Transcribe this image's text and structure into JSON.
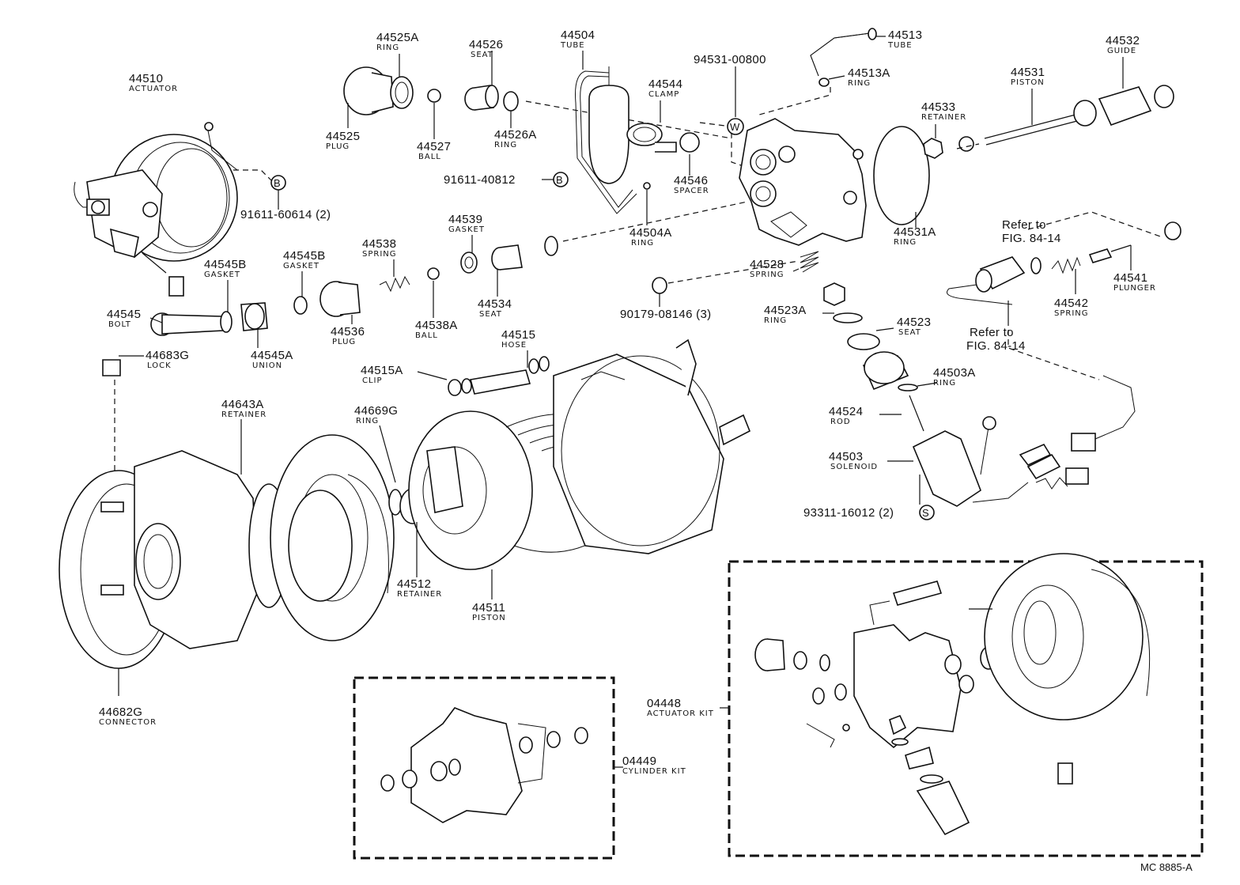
{
  "labels": [
    {
      "id": "44510",
      "number": "44510",
      "name": "ACTUATOR"
    },
    {
      "id": "44525A",
      "number": "44525A",
      "name": "RING"
    },
    {
      "id": "44526",
      "number": "44526",
      "name": "SEAT"
    },
    {
      "id": "44504",
      "number": "44504",
      "name": "TUBE"
    },
    {
      "id": "44544",
      "number": "44544",
      "name": "CLAMP"
    },
    {
      "id": "94531-00800",
      "number": "94531-00800",
      "name": ""
    },
    {
      "id": "44513",
      "number": "44513",
      "name": "TUBE"
    },
    {
      "id": "44513A",
      "number": "44513A",
      "name": "RING"
    },
    {
      "id": "44532",
      "number": "44532",
      "name": "GUIDE"
    },
    {
      "id": "44531",
      "number": "44531",
      "name": "PISTON"
    },
    {
      "id": "44533",
      "number": "44533",
      "name": "RETAINER"
    },
    {
      "id": "44525",
      "number": "44525",
      "name": "PLUG"
    },
    {
      "id": "44527",
      "number": "44527",
      "name": "BALL"
    },
    {
      "id": "44526A",
      "number": "44526A",
      "name": "RING"
    },
    {
      "id": "44546",
      "number": "44546",
      "name": "SPACER"
    },
    {
      "id": "91611-40812",
      "number": "91611-40812",
      "name": ""
    },
    {
      "id": "91611-60614",
      "number": "91611-60614 (2)",
      "name": ""
    },
    {
      "id": "44539",
      "number": "44539",
      "name": "GASKET"
    },
    {
      "id": "44504A",
      "number": "44504A",
      "name": "RING"
    },
    {
      "id": "44531A",
      "number": "44531A",
      "name": "RING"
    },
    {
      "id": "44538",
      "number": "44538",
      "name": "SPRING"
    },
    {
      "id": "44545B-1",
      "number": "44545B",
      "name": "GASKET"
    },
    {
      "id": "44545B-2",
      "number": "44545B",
      "name": "GASKET"
    },
    {
      "id": "44528",
      "number": "44528",
      "name": "SPRING"
    },
    {
      "id": "44534",
      "number": "44534",
      "name": "SEAT"
    },
    {
      "id": "44536",
      "number": "44536",
      "name": "PLUG"
    },
    {
      "id": "44538A",
      "number": "44538A",
      "name": "BALL"
    },
    {
      "id": "44545",
      "number": "44545",
      "name": "BOLT"
    },
    {
      "id": "44545A",
      "number": "44545A",
      "name": "UNION"
    },
    {
      "id": "90179-08146",
      "number": "90179-08146 (3)",
      "name": ""
    },
    {
      "id": "44541",
      "number": "44541",
      "name": "PLUNGER"
    },
    {
      "id": "44542",
      "number": "44542",
      "name": "SPRING"
    },
    {
      "id": "44523A",
      "number": "44523A",
      "name": "RING"
    },
    {
      "id": "44523",
      "number": "44523",
      "name": "SEAT"
    },
    {
      "id": "44683G",
      "number": "44683G",
      "name": "LOCK"
    },
    {
      "id": "44515",
      "number": "44515",
      "name": "HOSE"
    },
    {
      "id": "44515A",
      "number": "44515A",
      "name": "CLIP"
    },
    {
      "id": "44503A",
      "number": "44503A",
      "name": "RING"
    },
    {
      "id": "44524",
      "number": "44524",
      "name": "ROD"
    },
    {
      "id": "44643A",
      "number": "44643A",
      "name": "RETAINER"
    },
    {
      "id": "44669G",
      "number": "44669G",
      "name": "RING"
    },
    {
      "id": "44503",
      "number": "44503",
      "name": "SOLENOID"
    },
    {
      "id": "93311-16012",
      "number": "93311-16012 (2)",
      "name": ""
    },
    {
      "id": "44512",
      "number": "44512",
      "name": "RETAINER"
    },
    {
      "id": "44511",
      "number": "44511",
      "name": "PISTON"
    },
    {
      "id": "44682G",
      "number": "44682G",
      "name": "CONNECTOR"
    },
    {
      "id": "04448",
      "number": "04448",
      "name": "ACTUATOR KIT"
    },
    {
      "id": "04449",
      "number": "04449",
      "name": "CYLINDER KIT"
    }
  ],
  "references": [
    {
      "id": "ref-1",
      "line1": "Refer to",
      "line2": "FIG. 84-14"
    },
    {
      "id": "ref-2",
      "line1": "Refer to",
      "line2": "FIG. 84-14"
    }
  ],
  "markers": {
    "b1": "B",
    "b2": "B",
    "w": "W",
    "s": "S"
  },
  "figure_code": "MC 8885-A"
}
